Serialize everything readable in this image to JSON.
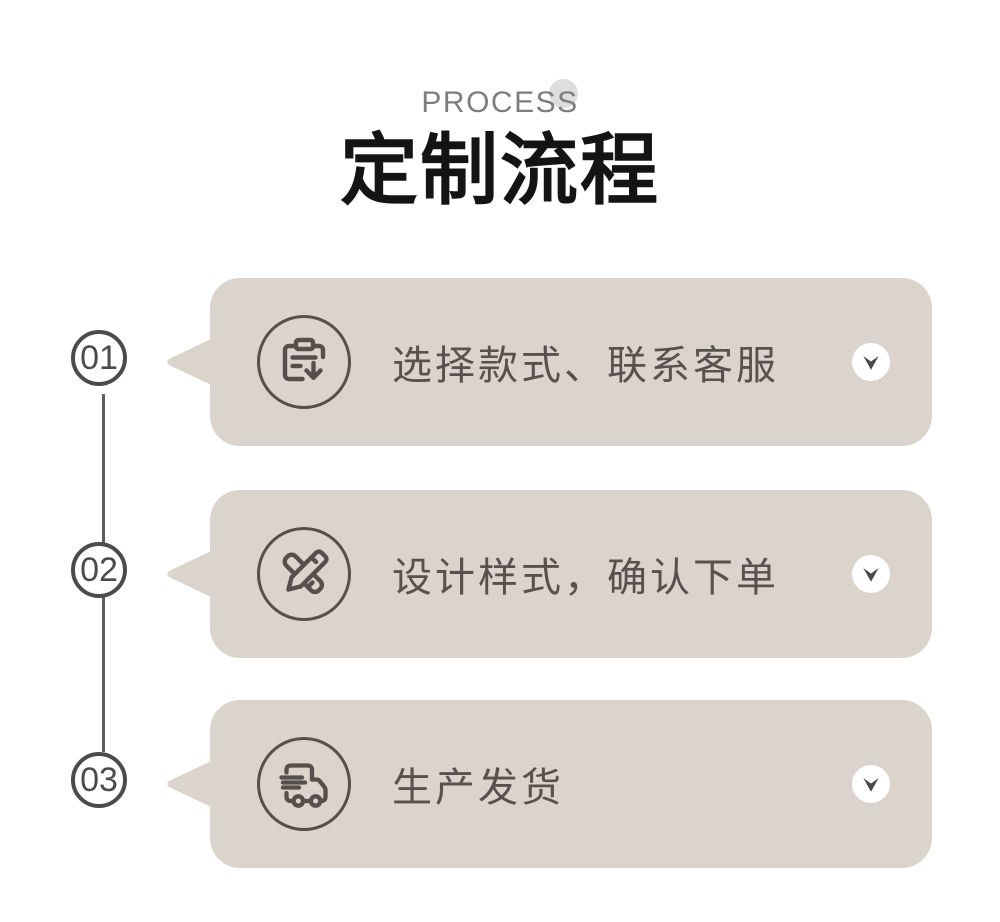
{
  "header": {
    "eyebrow": "PROCESS",
    "title": "定制流程"
  },
  "steps": [
    {
      "number": "01",
      "label": "选择款式、联系客服",
      "icon": "order-form-icon"
    },
    {
      "number": "02",
      "label": "设计样式，确认下单",
      "icon": "design-pen-icon"
    },
    {
      "number": "03",
      "label": "生产发货",
      "icon": "delivery-truck-icon"
    }
  ],
  "colors": {
    "card_bg": "#DBD4CC",
    "ink": "#55504C",
    "number_ink": "#4B4B4B",
    "label_ink": "#57524E",
    "title_ink": "#141414",
    "eyebrow_ink": "#7E7E7E",
    "dot": "#DEDEDE",
    "connector": "#5E5E5E",
    "arrow_circle_bg": "#FFFFFF"
  }
}
